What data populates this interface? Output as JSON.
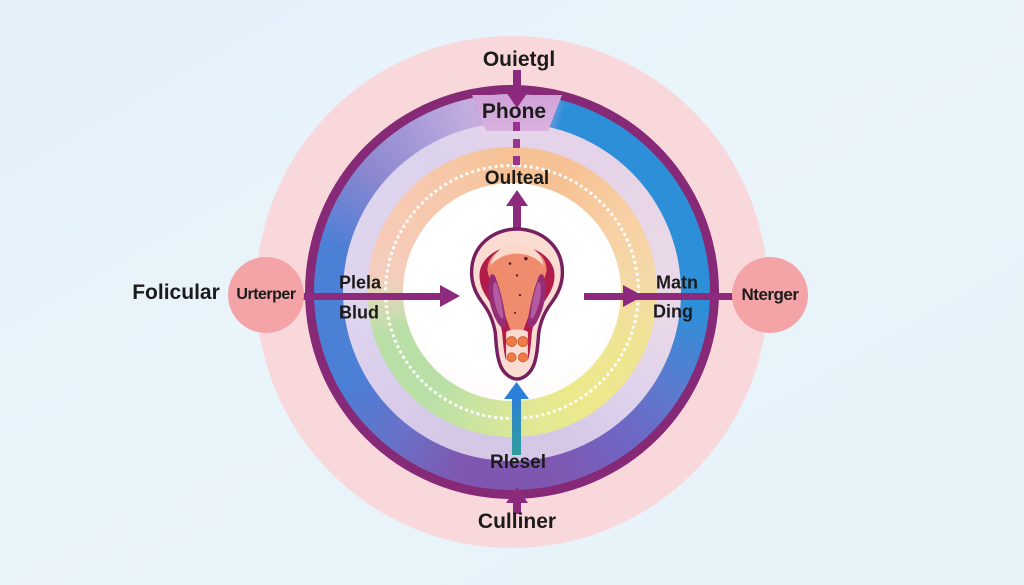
{
  "diagram": {
    "type": "circular-cycle-diagram",
    "center_illustration": "uterus-cross-section",
    "labels": {
      "top_outer": "Ouietgl",
      "top_ring": "Phone",
      "top_inner": "Oulteal",
      "left_outer": "Folicular",
      "left_node": "Urterper",
      "left_line_upper": "Plela",
      "left_line_lower": "Blud",
      "right_line_upper": "Matn",
      "right_line_lower": "Ding",
      "right_node": "Nterger",
      "bottom_inner": "Rlesel",
      "bottom_outer": "Culliner"
    },
    "palette": {
      "background_blue": "#e6f1f8",
      "halo_pink": "#f8d8db",
      "ring_border_purple": "#862a77",
      "ring_blue": "#2e8fd9",
      "ring_periwinkle": "#9b92d2",
      "ring_indigo": "#6a6cc4",
      "ring_purple": "#7f57b0",
      "wedge_plum": "#d2a6da",
      "ring_light_lavender": "#ddd3ed",
      "pastel_peach": "#f6c295",
      "pastel_yellow": "#ece98c",
      "pastel_green": "#b9dfa7",
      "pastel_pink": "#f7cab8",
      "node_pink": "#f4a3a7",
      "arrow_magenta": "#8e2a7e",
      "arrow_blue": "#2b7fd8",
      "text": "#1b1b1b"
    }
  }
}
